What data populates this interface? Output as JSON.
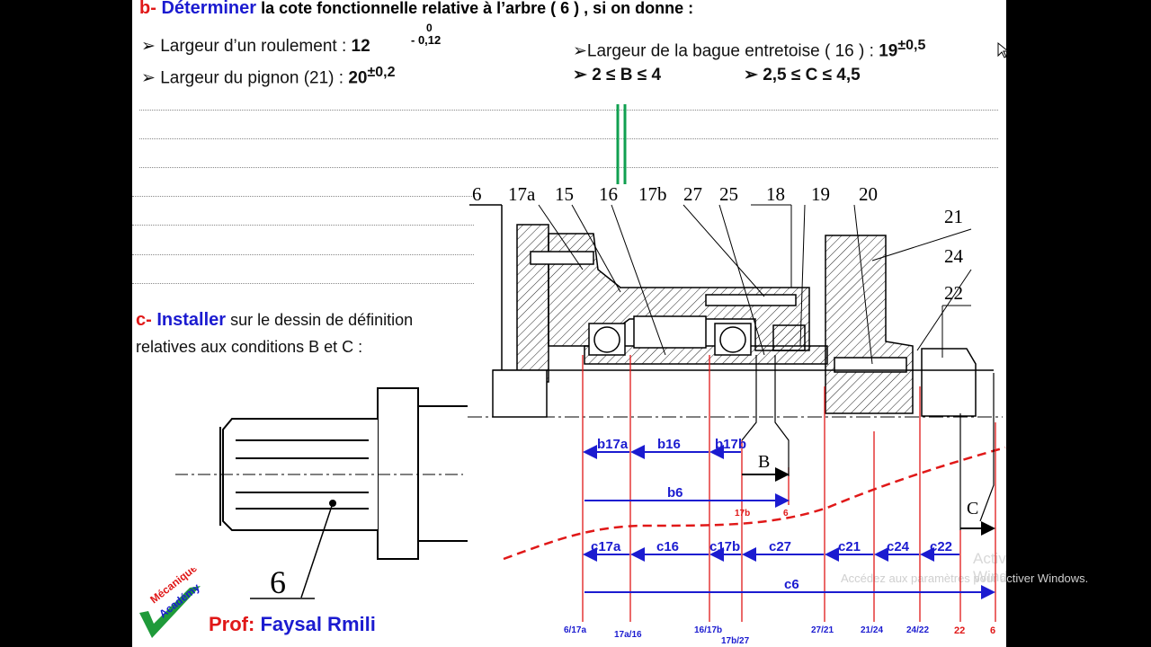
{
  "section_b": {
    "letter": "b-",
    "title_blue": "Déterminer",
    "title_rest": " la cote fonctionnelle relative à l’arbre ( 6 ) , si on donne :",
    "bullet1_label": "Largeur d’un roulement : ",
    "bullet1_value": "12",
    "bullet1_tol_top": "0",
    "bullet1_tol_bot": "- 0,12",
    "bullet2_label": "Largeur du pignon (21) : ",
    "bullet2_value": "20",
    "bullet2_tol": "±0,2",
    "bullet3_label": "Largeur de la bague entretoise ( 16 ) : ",
    "bullet3_value": "19",
    "bullet3_tol": "±0,5",
    "cond_b": "2 ≤ B ≤ 4",
    "cond_c": "2,5 ≤ C ≤ 4,5"
  },
  "section_c": {
    "letter": "c-",
    "title_blue": "Installer",
    "title_rest": " sur le dessin de définition",
    "line2": "relatives aux conditions B et C :"
  },
  "part_label": "6",
  "part_numbers": [
    "6",
    "17a",
    "15",
    "16",
    "17b",
    "27",
    "25",
    "18",
    "19",
    "20",
    "21",
    "24",
    "22"
  ],
  "chain_b": {
    "labels": [
      "b17a",
      "b16",
      "b17b"
    ],
    "b6": "b6",
    "cond": "B",
    "bottom_labels": [
      "17b",
      "6"
    ]
  },
  "chain_c": {
    "labels": [
      "c17a",
      "c16",
      "c17b",
      "c27",
      "c21",
      "c24",
      "c22"
    ],
    "c6": "c6",
    "cond": "C",
    "bottom_labels": [
      "6/17a",
      "17a/16",
      "16/17b",
      "17b/27",
      "27/21",
      "21/24",
      "24/22",
      "22",
      "6"
    ]
  },
  "footer": {
    "logo_line1": "Mécanique",
    "logo_line2": "Académy",
    "prof_label": "Prof: ",
    "prof_name": "Faysal Rmili"
  },
  "watermark": {
    "line1": "Activer Windows",
    "line2": "Accédez aux paramètres pour activer Windows."
  },
  "colors": {
    "blue": "#1b1bd0",
    "red": "#e01818",
    "green": "#10a050"
  }
}
